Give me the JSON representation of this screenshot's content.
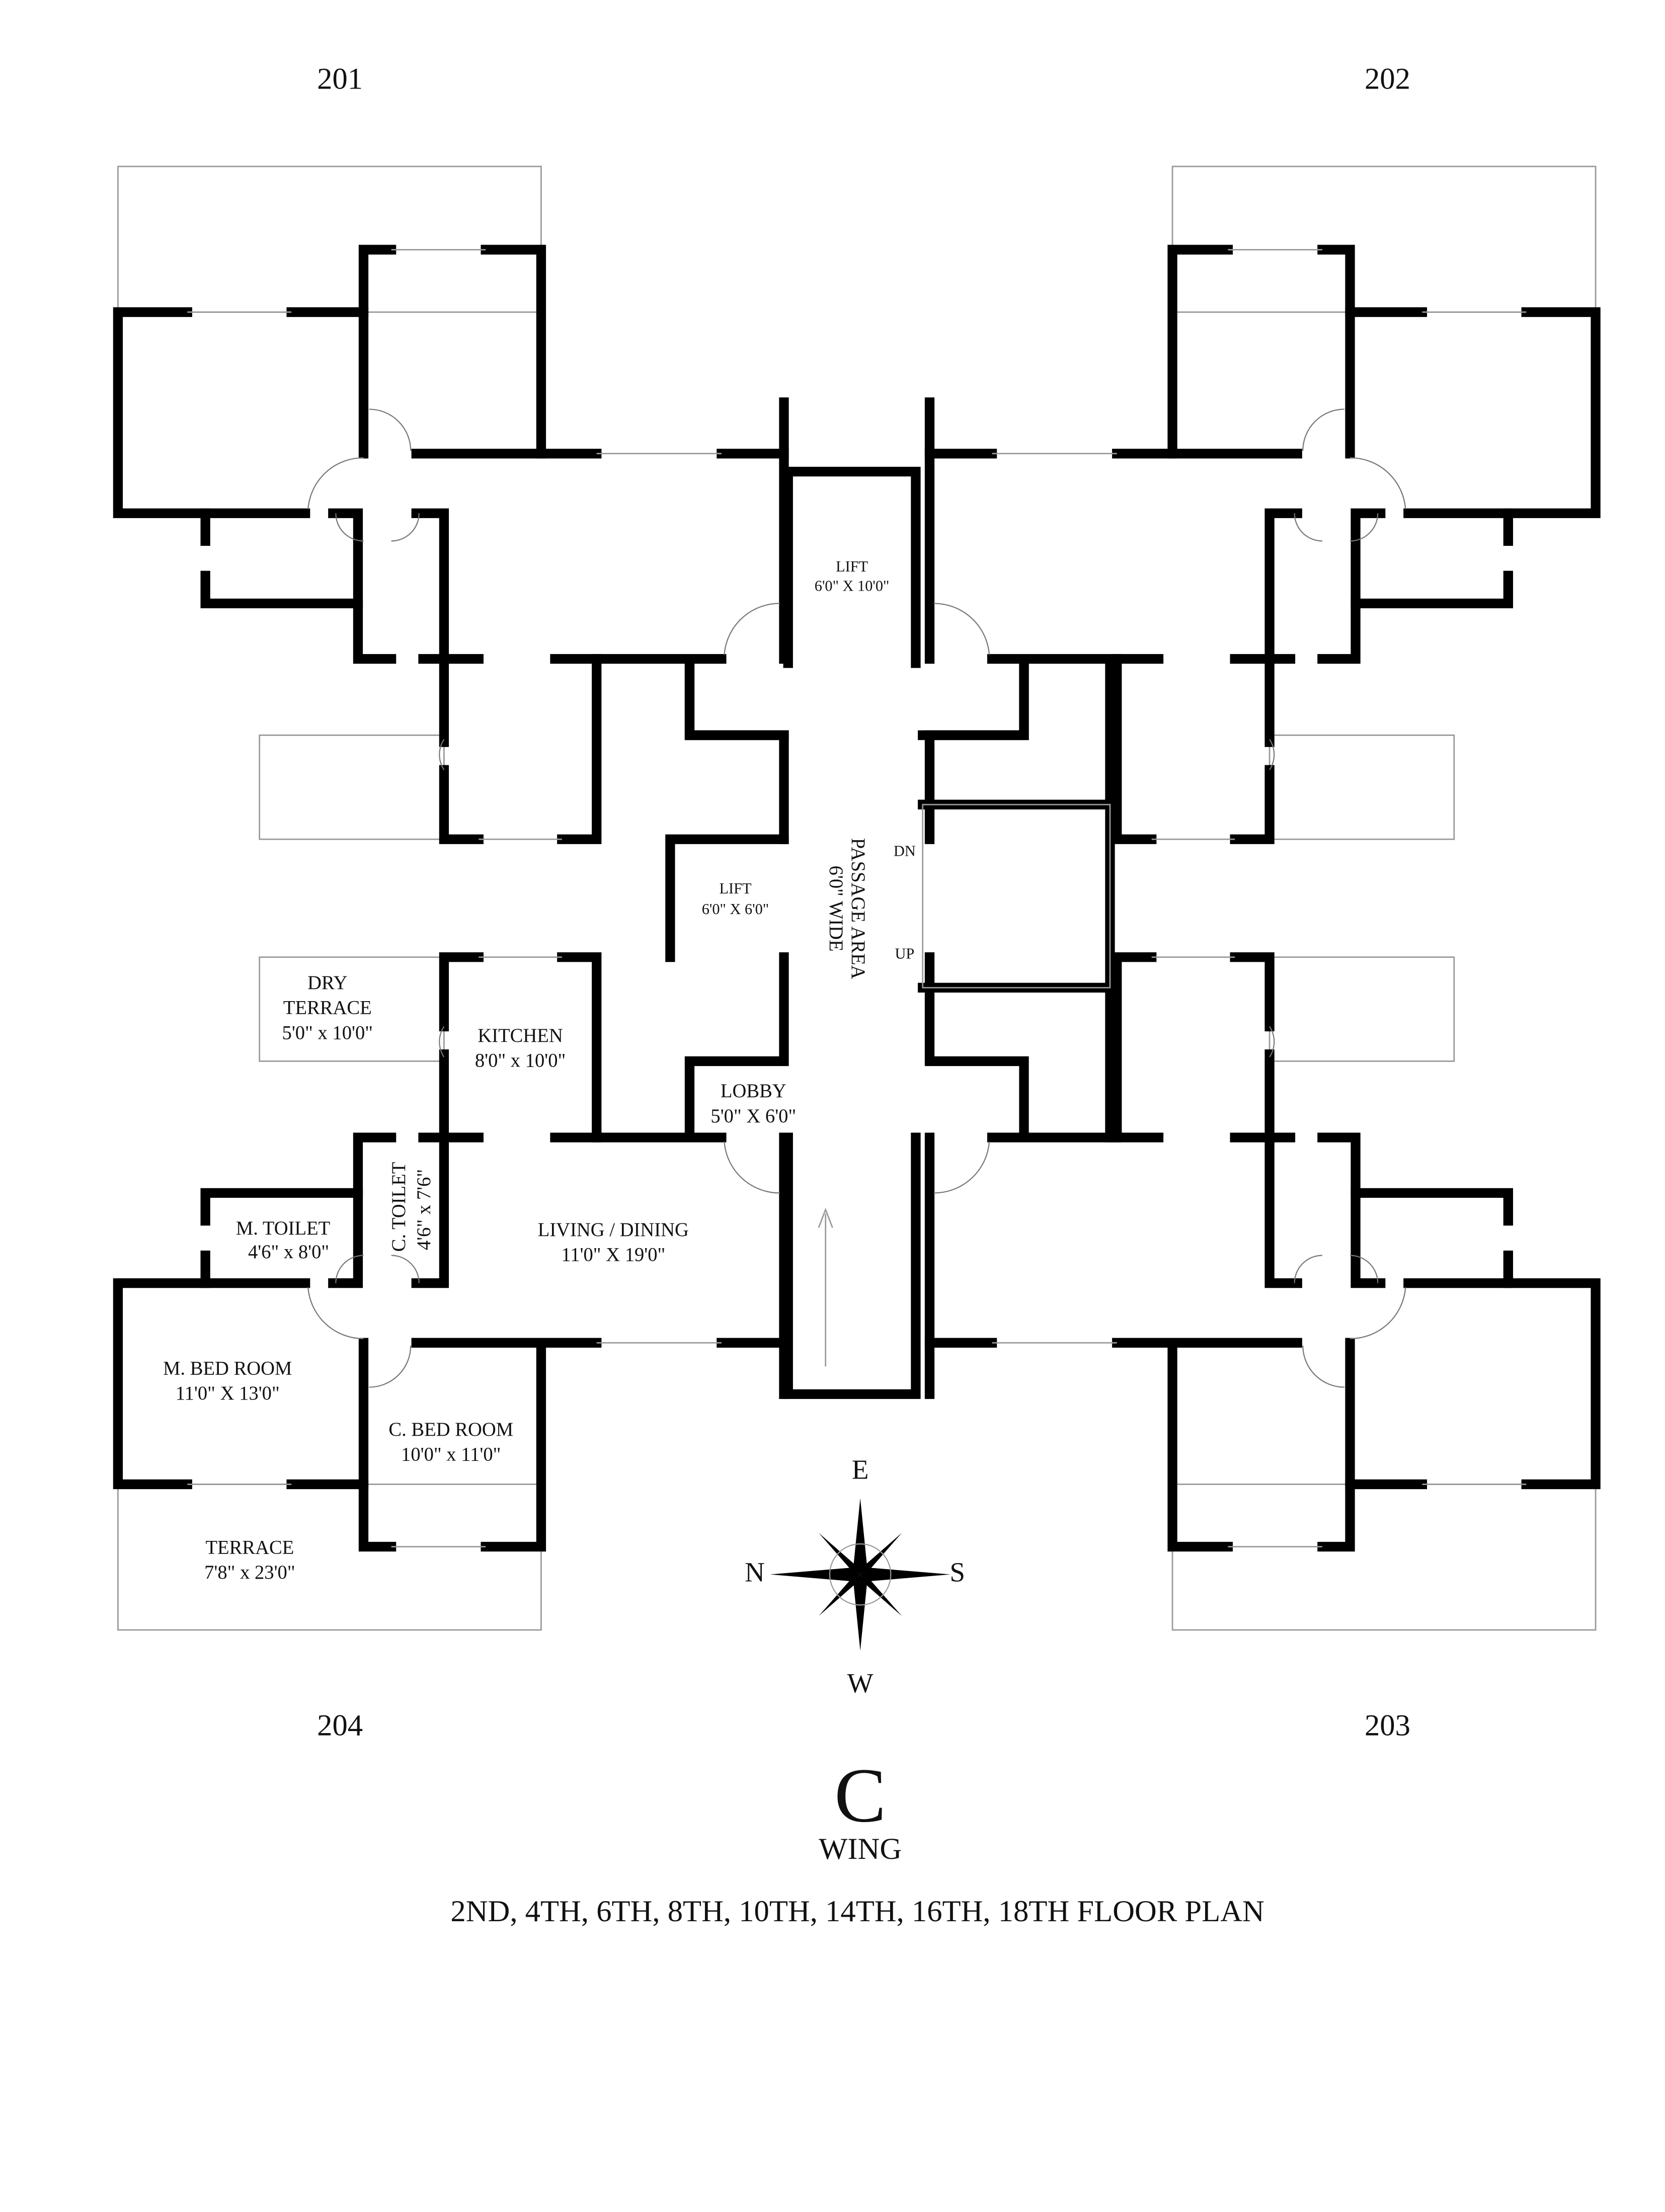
{
  "units": {
    "top_left": "201",
    "top_right": "202",
    "bottom_right": "203",
    "bottom_left": "204"
  },
  "rooms": {
    "dry_terrace": {
      "name_1": "DRY",
      "name_2": "TERRACE",
      "size": "5'0\" x 10'0\""
    },
    "kitchen": {
      "name": "KITCHEN",
      "size": "8'0\" x 10'0\""
    },
    "lobby": {
      "name": "LOBBY",
      "size": "5'0\" X 6'0\""
    },
    "m_toilet": {
      "name": "M. TOILET",
      "size": "4'6\" x 8'0\""
    },
    "c_toilet": {
      "name": "C. TOILET",
      "size": "4'6\" x 7'6\""
    },
    "living_dining": {
      "name": "LIVING / DINING",
      "size": "11'0\" X 19'0\""
    },
    "m_bed_room": {
      "name": "M. BED ROOM",
      "size": "11'0\" X 13'0\""
    },
    "c_bed_room": {
      "name": "C. BED ROOM",
      "size": "10'0\" x 11'0\""
    },
    "terrace": {
      "name": "TERRACE",
      "size": "7'8\" x 23'0\""
    }
  },
  "core": {
    "lift_large": {
      "name": "LIFT",
      "size": "6'0\" X 10'0\""
    },
    "lift_small": {
      "name": "LIFT",
      "size": "6'0\" X 6'0\""
    },
    "passage": {
      "name": "PASSAGE AREA",
      "size": "6'0\" WIDE"
    },
    "stair_down": "DN",
    "stair_up": "UP"
  },
  "compass": {
    "north": "N",
    "south": "S",
    "east": "E",
    "west": "W"
  },
  "wing": {
    "letter": "C",
    "label": "WING"
  },
  "title": "2ND, 4TH, 6TH, 8TH, 10TH, 14TH, 16TH, 18TH FLOOR PLAN"
}
